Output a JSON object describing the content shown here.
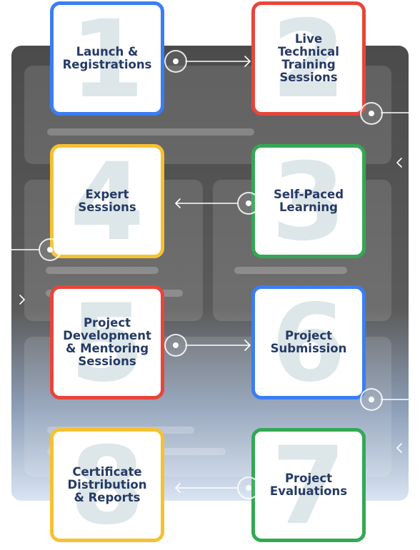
{
  "steps": [
    {
      "number": "1",
      "label": "Launch &\nRegistrations",
      "color": "#3b7df2"
    },
    {
      "number": "2",
      "label": "Live\nTechnical\nTraining\nSessions",
      "color": "#e8453b"
    },
    {
      "number": "3",
      "label": "Self-Paced\nLearning",
      "color": "#34a853"
    },
    {
      "number": "4",
      "label": "Expert\nSessions",
      "color": "#f6c131"
    },
    {
      "number": "5",
      "label": "Project\nDevelopment\n& Mentoring\nSessions",
      "color": "#e8453b"
    },
    {
      "number": "6",
      "label": "Project\nSubmission",
      "color": "#3b7df2"
    },
    {
      "number": "7",
      "label": "Project\nEvaluations",
      "color": "#34a853"
    },
    {
      "number": "8",
      "label": "Certificate\nDistribution\n& Reports",
      "color": "#f6c131"
    }
  ]
}
